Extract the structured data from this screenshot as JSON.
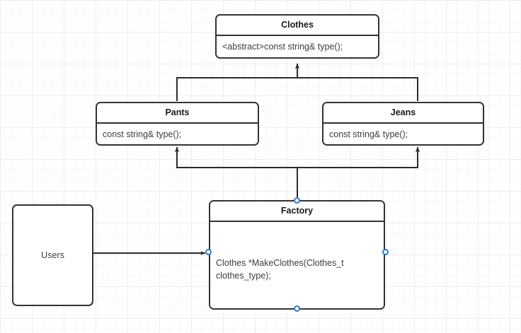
{
  "diagram": {
    "type": "uml-class-diagram",
    "background": "#ffffff",
    "grid_color": "#ededed",
    "border_color": "#333333",
    "text_color": "#3d3d3d",
    "handle_color": "#2b7ad1",
    "nodes": {
      "clothes": {
        "title": "Clothes",
        "method": "<abstract>const string& type();"
      },
      "pants": {
        "title": "Pants",
        "method": "const string& type();"
      },
      "jeans": {
        "title": "Jeans",
        "method": "const string& type();"
      },
      "factory": {
        "title": "Factory",
        "method": "Clothes *MakeClothes(Clothes_t clothes_type);"
      },
      "users": {
        "title": "Users"
      }
    },
    "edges": [
      {
        "name": "pants-inherits-clothes",
        "from": "Pants",
        "to": "Clothes",
        "style": "generalization"
      },
      {
        "name": "jeans-inherits-clothes",
        "from": "Jeans",
        "to": "Clothes",
        "style": "generalization"
      },
      {
        "name": "factory-creates-pants",
        "from": "Factory",
        "to": "Pants",
        "style": "dependency"
      },
      {
        "name": "factory-creates-jeans",
        "from": "Factory",
        "to": "Jeans",
        "style": "dependency"
      },
      {
        "name": "users-uses-factory",
        "from": "Users",
        "to": "Factory",
        "style": "association"
      }
    ],
    "selection": {
      "selected_node": "Factory",
      "handles": [
        "top",
        "right",
        "bottom",
        "left"
      ]
    }
  }
}
